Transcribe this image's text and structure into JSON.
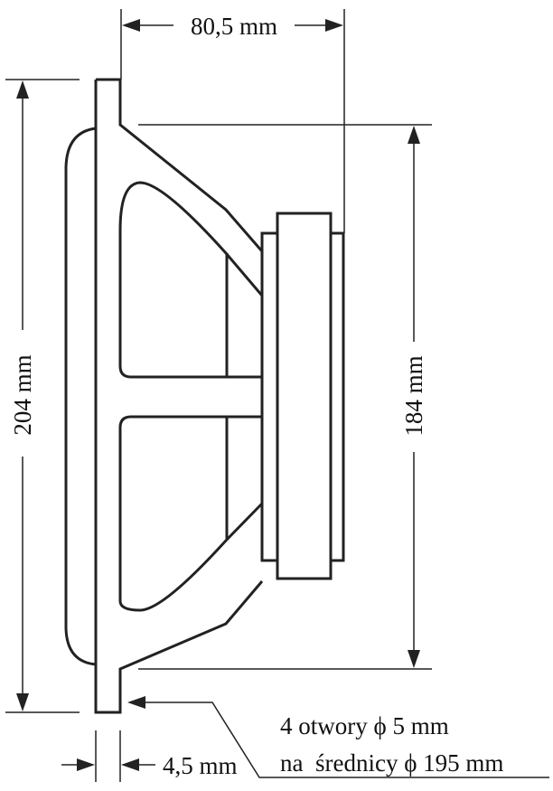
{
  "diagram": {
    "type": "technical-drawing",
    "subject": "loudspeaker side view with mounting dimensions",
    "line_color": "#222222",
    "background": "#ffffff",
    "dimensions": {
      "depth": {
        "label": "80,5 mm",
        "value_mm": 80.5
      },
      "outer_height": {
        "label": "204 mm",
        "value_mm": 204
      },
      "cutout_height": {
        "label": "184 mm",
        "value_mm": 184
      },
      "flange_thickness": {
        "label": "4,5 mm",
        "value_mm": 4.5
      }
    },
    "note": {
      "line1": "4 otwory ϕ 5 mm",
      "line2": "na  średnicy ϕ 195 mm"
    }
  }
}
